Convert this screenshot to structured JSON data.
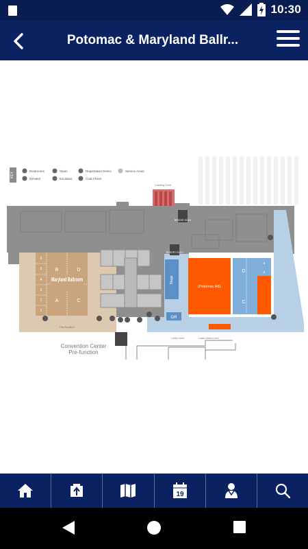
{
  "status_bar": {
    "time": "10:30"
  },
  "app_bar": {
    "title": "Potomac & Maryland Ballr..."
  },
  "legend": {
    "key_label": "KEY",
    "items": [
      "Restrooms",
      "Stairs",
      "Registration Desks",
      "Service Areas",
      "Elevator",
      "Escalator",
      "Coat Check"
    ]
  },
  "map": {
    "rooms": {
      "maryland_ballroom": "Maryland Ballroom",
      "md_a": "A",
      "md_b": "B",
      "md_c": "C",
      "md_d": "D",
      "md_1": "1",
      "md_2": "2",
      "md_3": "3",
      "md_4": "4",
      "md_5": "5",
      "md_6": "6",
      "potomac_ab": "(Potomac AB)",
      "po_c": "C",
      "po_d": "D",
      "po_5": "5",
      "po_6": "6",
      "stage": "Stage",
      "gr": "GR",
      "pre_function": "Convention Center Pre-function",
      "pre_function_line1": "Convention Center",
      "pre_function_line2": "Pre-function",
      "loading_dock": "Loading Dock",
      "resort_elev": "RESORT ELEV",
      "resort_elev2": "RESORT ELEV",
      "fine_print_left": "Pre-function",
      "fine_print_bottom1": "Lobby Level",
      "fine_print_bottom2": "Lower Atrium Level"
    }
  },
  "tabs": [
    {
      "name": "home"
    },
    {
      "name": "exhibitors"
    },
    {
      "name": "maps"
    },
    {
      "name": "schedule",
      "day": "19"
    },
    {
      "name": "people"
    },
    {
      "name": "search"
    }
  ],
  "colors": {
    "navy": "#0b2262",
    "status_navy": "#0a1d52",
    "orange": "#ff5a00",
    "tan": "#c9a57e",
    "light_blue": "#b8d0e6",
    "gray": "#8f8f8f"
  }
}
